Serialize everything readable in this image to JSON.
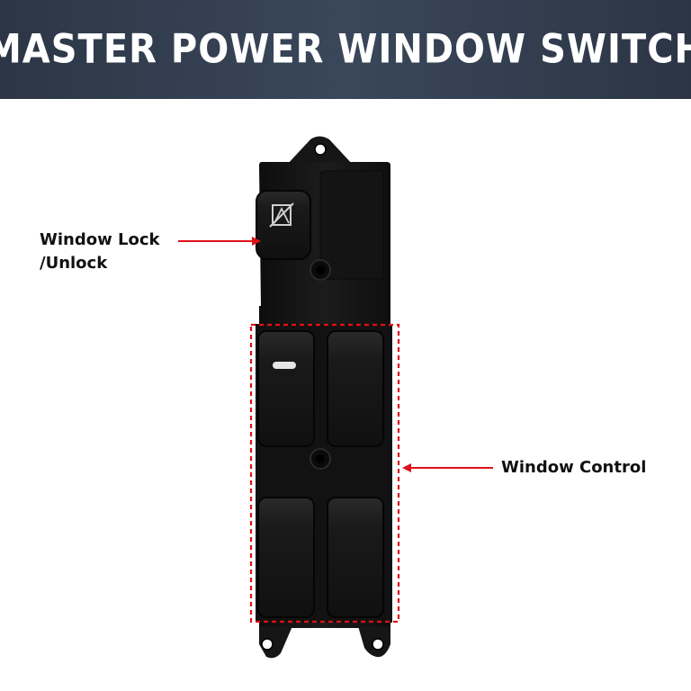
{
  "banner": {
    "title": "MASTER POWER WINDOW SWITCH"
  },
  "callouts": {
    "window_lock_line1": "Window Lock",
    "window_lock_line2": "/Unlock",
    "window_control": "Window Control"
  },
  "colors": {
    "banner_bg": "#2c3646",
    "banner_text": "#ffffff",
    "callout_arrow": "#e0101a",
    "switch_body": "#151515"
  },
  "icons": {
    "lock_button": "window-lock-icon"
  }
}
